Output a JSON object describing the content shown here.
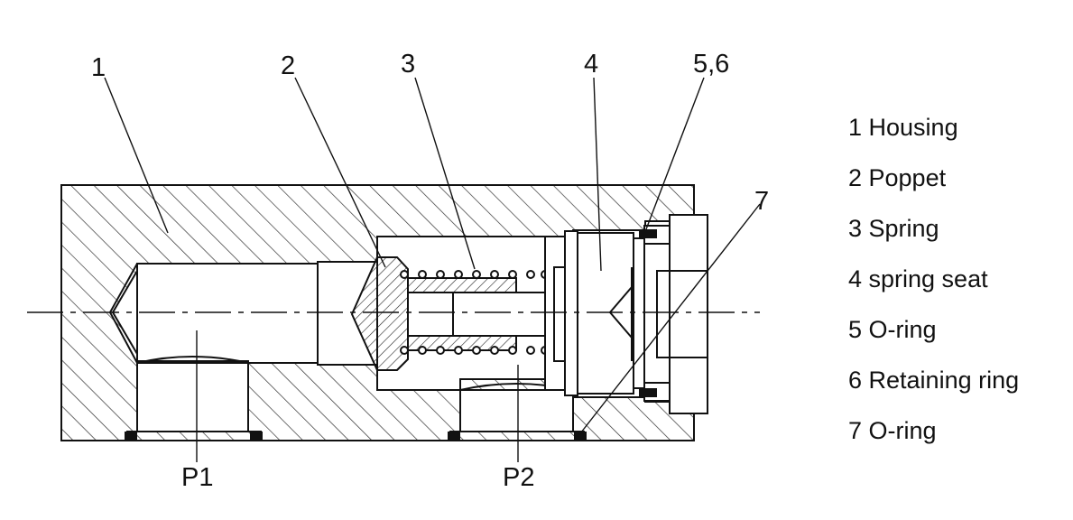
{
  "callouts": [
    "1",
    "2",
    "3",
    "4",
    "5,6",
    "7"
  ],
  "ports": [
    "P1",
    "P2"
  ],
  "legend": [
    "1 Housing",
    "2 Poppet",
    "3 Spring",
    "4 spring seat",
    "5 O-ring",
    "6 Retaining ring",
    "7 O-ring"
  ],
  "colors": {
    "line": "#111111",
    "hatch": "#333333",
    "seal": "#111111",
    "background": "#ffffff"
  }
}
